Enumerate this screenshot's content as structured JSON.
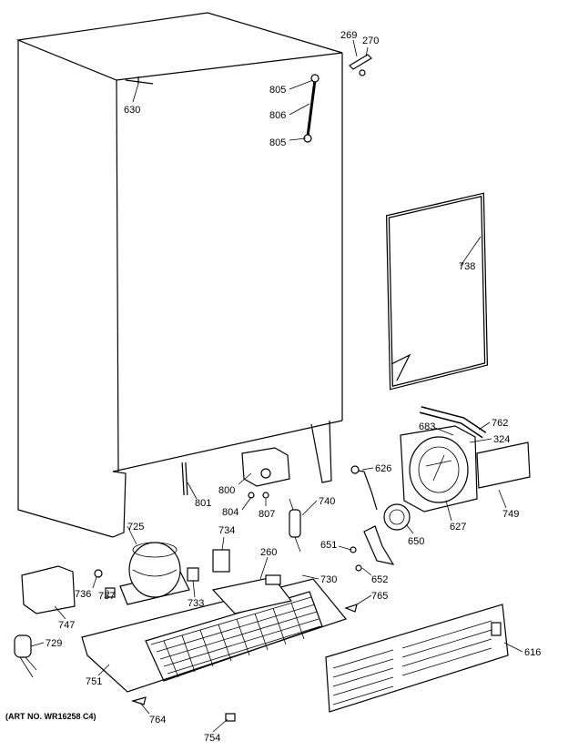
{
  "caption": "(ART NO. WR16258 C4)",
  "parts": [
    "269",
    "270",
    "630",
    "805",
    "806",
    "805",
    "738",
    "762",
    "683",
    "324",
    "626",
    "800",
    "801",
    "804",
    "807",
    "740",
    "627",
    "749",
    "725",
    "734",
    "650",
    "651",
    "260",
    "652",
    "730",
    "765",
    "736",
    "737",
    "733",
    "747",
    "729",
    "616",
    "751",
    "764",
    "754"
  ]
}
